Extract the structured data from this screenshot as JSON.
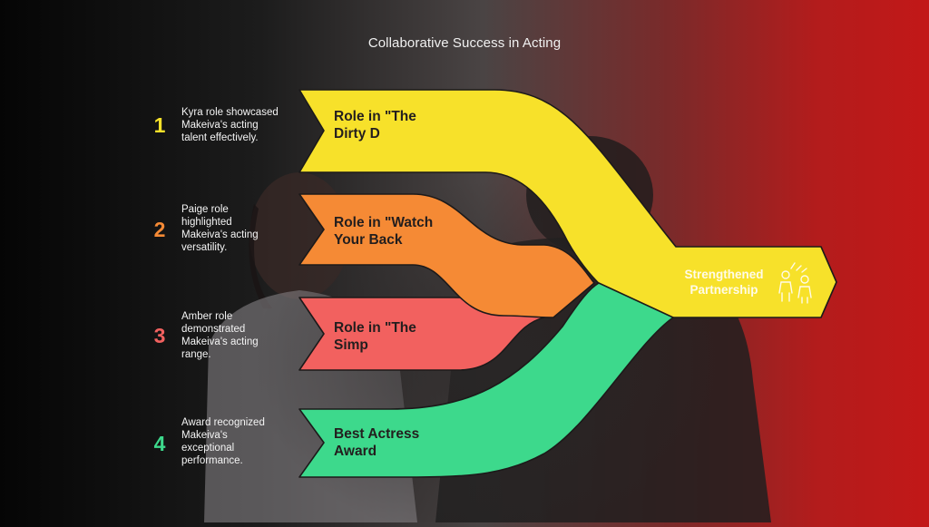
{
  "title": "Collaborative Success in Acting",
  "colors": {
    "yellow": "#f7e12a",
    "orange": "#f58a35",
    "red": "#f2615f",
    "green": "#3dd98c"
  },
  "steps": [
    {
      "number": "1",
      "label": "Role in \"The\nDirty D",
      "description": "Kyra role showcased\nMakeiva's acting\ntalent effectively.",
      "color": "#f7e12a"
    },
    {
      "number": "2",
      "label": "Role in \"Watch\nYour Back",
      "description": "Paige role\nhighlighted\nMakeiva's acting\nversatility.",
      "color": "#f58a35"
    },
    {
      "number": "3",
      "label": "Role in \"The\nSimp",
      "description": "Amber role\ndemonstrated\nMakeiva's acting\nrange.",
      "color": "#f2615f"
    },
    {
      "number": "4",
      "label": "Best Actress\nAward",
      "description": "Award recognized\nMakeiva's\nexceptional\nperformance.",
      "color": "#3dd98c"
    }
  ],
  "outcome": {
    "label": "Strengthened\nPartnership",
    "icon": "partnership-icon"
  },
  "background": {
    "photo": "two-people-photo"
  }
}
